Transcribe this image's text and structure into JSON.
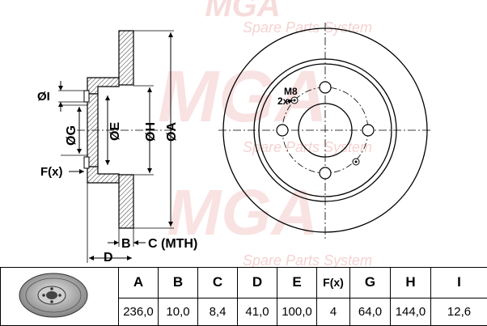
{
  "watermark": {
    "brand": "MGA",
    "tagline": "Spare Parts System",
    "color": "#f2c4c4"
  },
  "drawing": {
    "labels": {
      "A": "ØA",
      "H": "ØH",
      "E": "ØE",
      "G": "ØG",
      "I": "ØI",
      "F": "F(x)",
      "B": "B",
      "C": "C (MTH)",
      "D": "D",
      "bolt": "M8",
      "bolt_count": "2x"
    }
  },
  "table": {
    "headers": [
      "A",
      "B",
      "C",
      "D",
      "E",
      "F(x)",
      "G",
      "H",
      "I"
    ],
    "values": [
      "236,0",
      "10,0",
      "8,4",
      "41,0",
      "100,0",
      "4",
      "64,0",
      "144,0",
      "12,6"
    ]
  }
}
